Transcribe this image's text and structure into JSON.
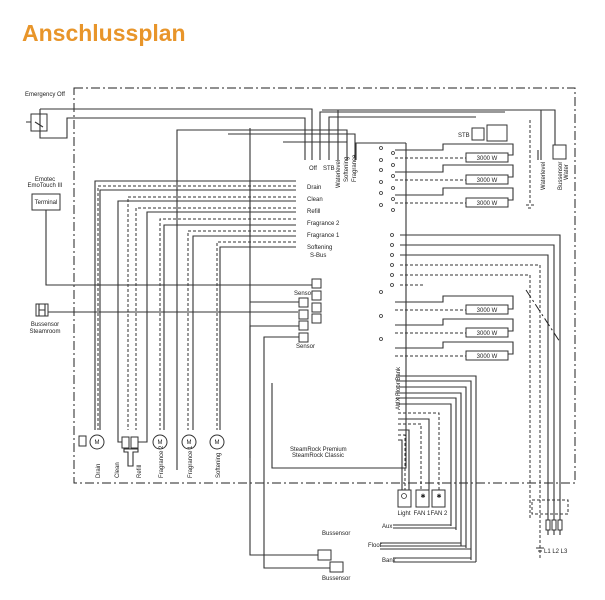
{
  "title": "Anschlussplan",
  "colors": {
    "title": "#e8952a",
    "lines": "#333333"
  },
  "external": {
    "emergency_off": "Emergency Off",
    "emotec_line1": "Emotec",
    "emotec_line2": "EmoTouch III",
    "terminal": "Terminal",
    "bussensor_steamroom_1": "Bussensor",
    "bussensor_steamroom_2": "Steamroom"
  },
  "top_terminals": [
    "Off",
    "STB",
    "Waterlevel",
    "Softening",
    "Fragrance"
  ],
  "left_terminals": [
    "Drain",
    "Clean",
    "Refill",
    "Fragrance 2",
    "Fragrance 1",
    "Softening"
  ],
  "bus": {
    "sbus": "S-Bus",
    "sensor_top": "Sensor",
    "sensor_bottom": "Sensor"
  },
  "controller": {
    "line1": "SteamRock Premium",
    "line2": "SteamRock Classic"
  },
  "stb": "STB",
  "heater_label": "3000 W",
  "heaters": [
    "3000 W",
    "3000 W",
    "3000 W",
    "3000 W",
    "3000 W",
    "3000 W"
  ],
  "right_side": {
    "waterlevel": "Waterlevel",
    "bussensor_water_1": "Bussensor",
    "bussensor_water_2": "Water"
  },
  "aux_terminals": "AUX Floor Bank",
  "actuators": [
    "Drain",
    "Clean",
    "Refill",
    "Fragrance 2",
    "Fragrance 1",
    "Softening"
  ],
  "outputs": [
    "Light",
    "FAN 1",
    "FAN 2"
  ],
  "bench": [
    "Aux",
    "Floor",
    "Bank"
  ],
  "bussensors": [
    "Bussensor",
    "Bussensor"
  ],
  "mains": "L1 L2 L3",
  "motor_glyph": "M"
}
